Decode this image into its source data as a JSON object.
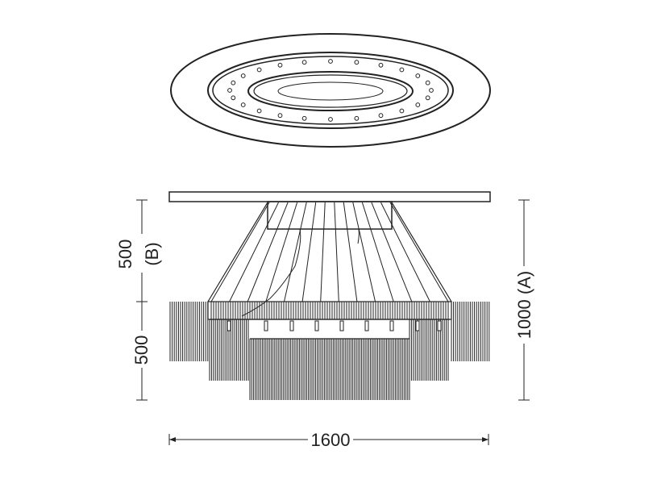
{
  "dimensions": {
    "width": "1600",
    "total_height": "1000 (A)",
    "upper_height_value": "500",
    "upper_height_label": "(B)",
    "lower_height": "500"
  },
  "colors": {
    "line": "#222222",
    "background": "#ffffff"
  }
}
